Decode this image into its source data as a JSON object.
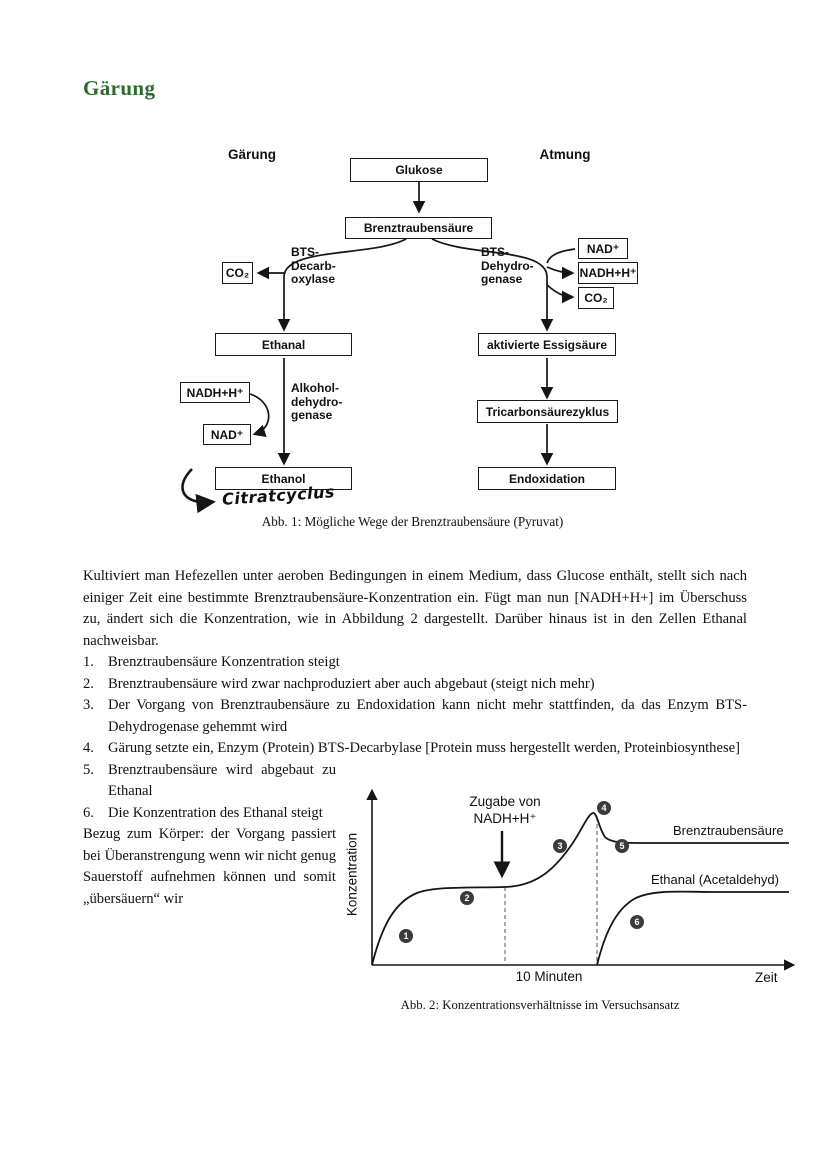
{
  "page_title": "Gärung",
  "figure1": {
    "header_left": "Gärung",
    "header_right": "Atmung",
    "nodes": {
      "glukose": "Glukose",
      "bts": "Brenztraubensäure",
      "co2_left": "CO₂",
      "ethanal": "Ethanal",
      "nadh_left": "NADH+H⁺",
      "nad_left": "NAD⁺",
      "ethanol": "Ethanol",
      "nad_right": "NAD⁺",
      "nadh_right": "NADH+H⁺",
      "co2_right": "CO₂",
      "aktivierte_essigsaeure": "aktivierte Essigsäure",
      "tricarbonsaeurezyklus": "Tricarbonsäurezyklus",
      "endoxidation": "Endoxidation"
    },
    "enzymes": {
      "decarboxylase": "BTS-\nDecarb-\noxylase",
      "dehydrogenase": "BTS-\nDehydro-\ngenase",
      "alkoholdehydrogenase": "Alkohol-\ndehydro-\ngenase"
    },
    "handwritten_note": "Citratcyclus",
    "caption": "Abb. 1: Mögliche Wege der Brenztraubensäure (Pyruvat)"
  },
  "body": {
    "paragraph": "Kultiviert man Hefezellen unter aeroben Bedingungen in einem Medium, dass Glucose enthält, stellt sich nach einiger Zeit eine bestimmte Brenztraubensäure-Konzentration ein. Fügt man nun [NADH+H+] im Überschuss zu, ändert sich die Konzentration, wie in Abbildung 2 dargestellt. Darüber hinaus ist in den Zellen Ethanal nachweisbar.",
    "list": [
      {
        "num": "1.",
        "text": "Brenztraubensäure Konzentration steigt"
      },
      {
        "num": "2.",
        "text": "Brenztraubensäure wird zwar nachproduziert aber auch abgebaut (steigt nich mehr)"
      },
      {
        "num": "3.",
        "text": "Der Vorgang von Brenztraubensäure zu Endoxidation kann nicht mehr stattfinden, da das Enzym BTS-Dehydrogenase gehemmt wird"
      },
      {
        "num": "4.",
        "text": "Gärung setzte ein, Enzym (Protein) BTS-Decarbylase [Protein muss hergestellt werden, Proteinbiosynthese]"
      },
      {
        "num": "5.",
        "text": "Brenztraubensäure wird abgebaut zu Ethanal"
      },
      {
        "num": "6.",
        "text": "Die Konzentration des Ethanal steigt"
      }
    ],
    "koerper_bezug": "Bezug zum Körper: der Vorgang passiert bei Überanstrengung wenn wir nicht genug Sauerstoff aufnehmen können und somit „übersäuern“ wir"
  },
  "chart_data": {
    "type": "line",
    "xlabel": "Zeit",
    "ylabel": "Konzentration",
    "annotation": "Zugabe von\nNADH+H⁺",
    "interval_label": "10 Minuten",
    "caption": "Abb. 2: Konzentrationsverhältnisse im Versuchsansatz",
    "series": [
      {
        "name": "Brenztraubensäure",
        "x": [
          0,
          5,
          12,
          20,
          31,
          38,
          46,
          52,
          56,
          58,
          62,
          70,
          100
        ],
        "y": [
          0,
          22,
          36,
          43,
          45,
          45,
          58,
          74,
          86,
          88,
          70,
          70,
          70
        ]
      },
      {
        "name": "Ethanal (Acetaldehyd)",
        "x": [
          53,
          58,
          63,
          70,
          80,
          100
        ],
        "y": [
          0,
          18,
          32,
          41,
          42,
          42
        ]
      }
    ],
    "markers": [
      {
        "label": "1",
        "series": "Brenztraubensäure"
      },
      {
        "label": "2",
        "series": "Brenztraubensäure"
      },
      {
        "label": "3",
        "series": "Brenztraubensäure"
      },
      {
        "label": "4",
        "series": "Brenztraubensäure"
      },
      {
        "label": "5",
        "series": "Brenztraubensäure"
      },
      {
        "label": "6",
        "series": "Ethanal (Acetaldehyd)"
      }
    ]
  }
}
